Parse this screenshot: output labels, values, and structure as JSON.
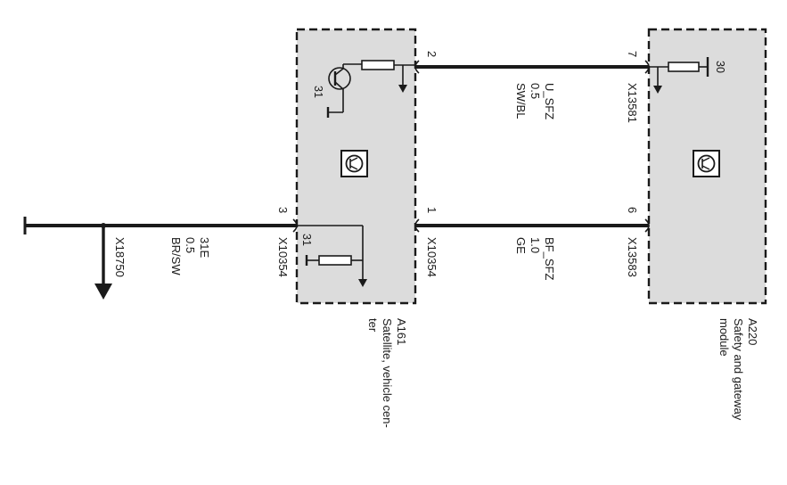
{
  "colors": {
    "line": "#1a1a1a",
    "module_fill": "#dcdcdc",
    "background": "#ffffff"
  },
  "modules": {
    "a161": {
      "id": "A161",
      "name_lines": [
        "Satellite, vehicle cen-",
        "ter"
      ],
      "icon": "control-unit-icon"
    },
    "a220": {
      "id": "A220",
      "name_lines": [
        "Safety and gateway",
        "module"
      ],
      "icon": "control-unit-icon"
    }
  },
  "wires": {
    "upper": {
      "name": "U_SFZ",
      "cross_section": "0.5",
      "color_code": "SW/BL",
      "left_pin": "2",
      "left_connector": "",
      "right_pin": "7",
      "right_connector": "X13581"
    },
    "middle": {
      "name": "BF_SFZ",
      "cross_section": "1.0",
      "color_code": "GE",
      "left_pin": "1",
      "left_connector": "X10354",
      "right_pin": "6",
      "right_connector": "X13583"
    },
    "left": {
      "name": "31E",
      "cross_section": "0.5",
      "color_code": "BR/SW",
      "pin": "3",
      "connector": "X10354",
      "ground_connector": "X18750"
    }
  },
  "internal_labels": {
    "transistor_ground": "31",
    "lower_resistor_ground": "31",
    "a220_supply": "30"
  }
}
